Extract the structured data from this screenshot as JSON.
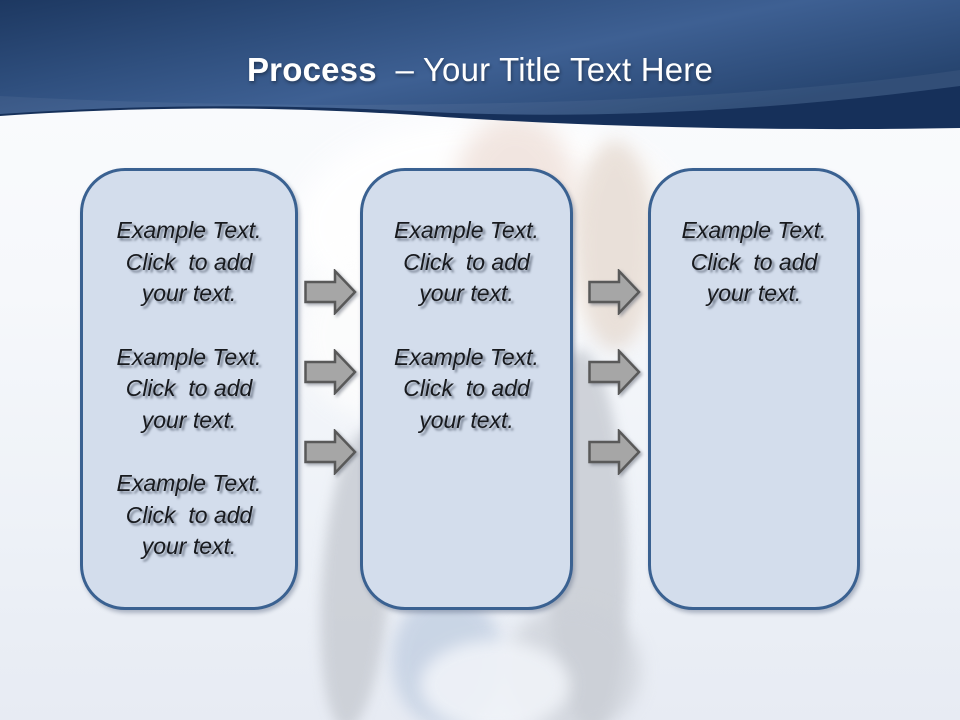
{
  "slide_title": {
    "bold": "Process",
    "rest": "  – Your Title Text Here"
  },
  "boxes": [
    {
      "name": "process-box-1",
      "paragraphs": [
        [
          "Example Text.",
          "Click  to add",
          "your text."
        ],
        [
          "Example Text.",
          "Click  to add",
          "your text."
        ],
        [
          "Example Text.",
          "Click  to add",
          "your text."
        ]
      ]
    },
    {
      "name": "process-box-2",
      "paragraphs": [
        [
          "Example Text.",
          "Click  to add",
          "your text."
        ],
        [
          "Example Text.",
          "Click  to add",
          "your text."
        ]
      ]
    },
    {
      "name": "process-box-3",
      "paragraphs": [
        [
          "Example Text.",
          "Click  to add",
          "your text."
        ]
      ]
    }
  ],
  "arrows": {
    "direction": "right",
    "count": 6
  },
  "colors": {
    "header_dark": "#1d3861",
    "header_mid": "#2f4f7e",
    "header_light": "#3e6093",
    "header_rim": "#16305a",
    "box_fill": "#d3ddec",
    "box_border": "#3a6191",
    "arrow_fill": "#a6a6a6",
    "arrow_stroke": "#595959",
    "title_text": "#ffffff",
    "body_text": "#181a1e",
    "background_top": "#fbfcfe",
    "background_bottom": "#e7ebf3"
  }
}
